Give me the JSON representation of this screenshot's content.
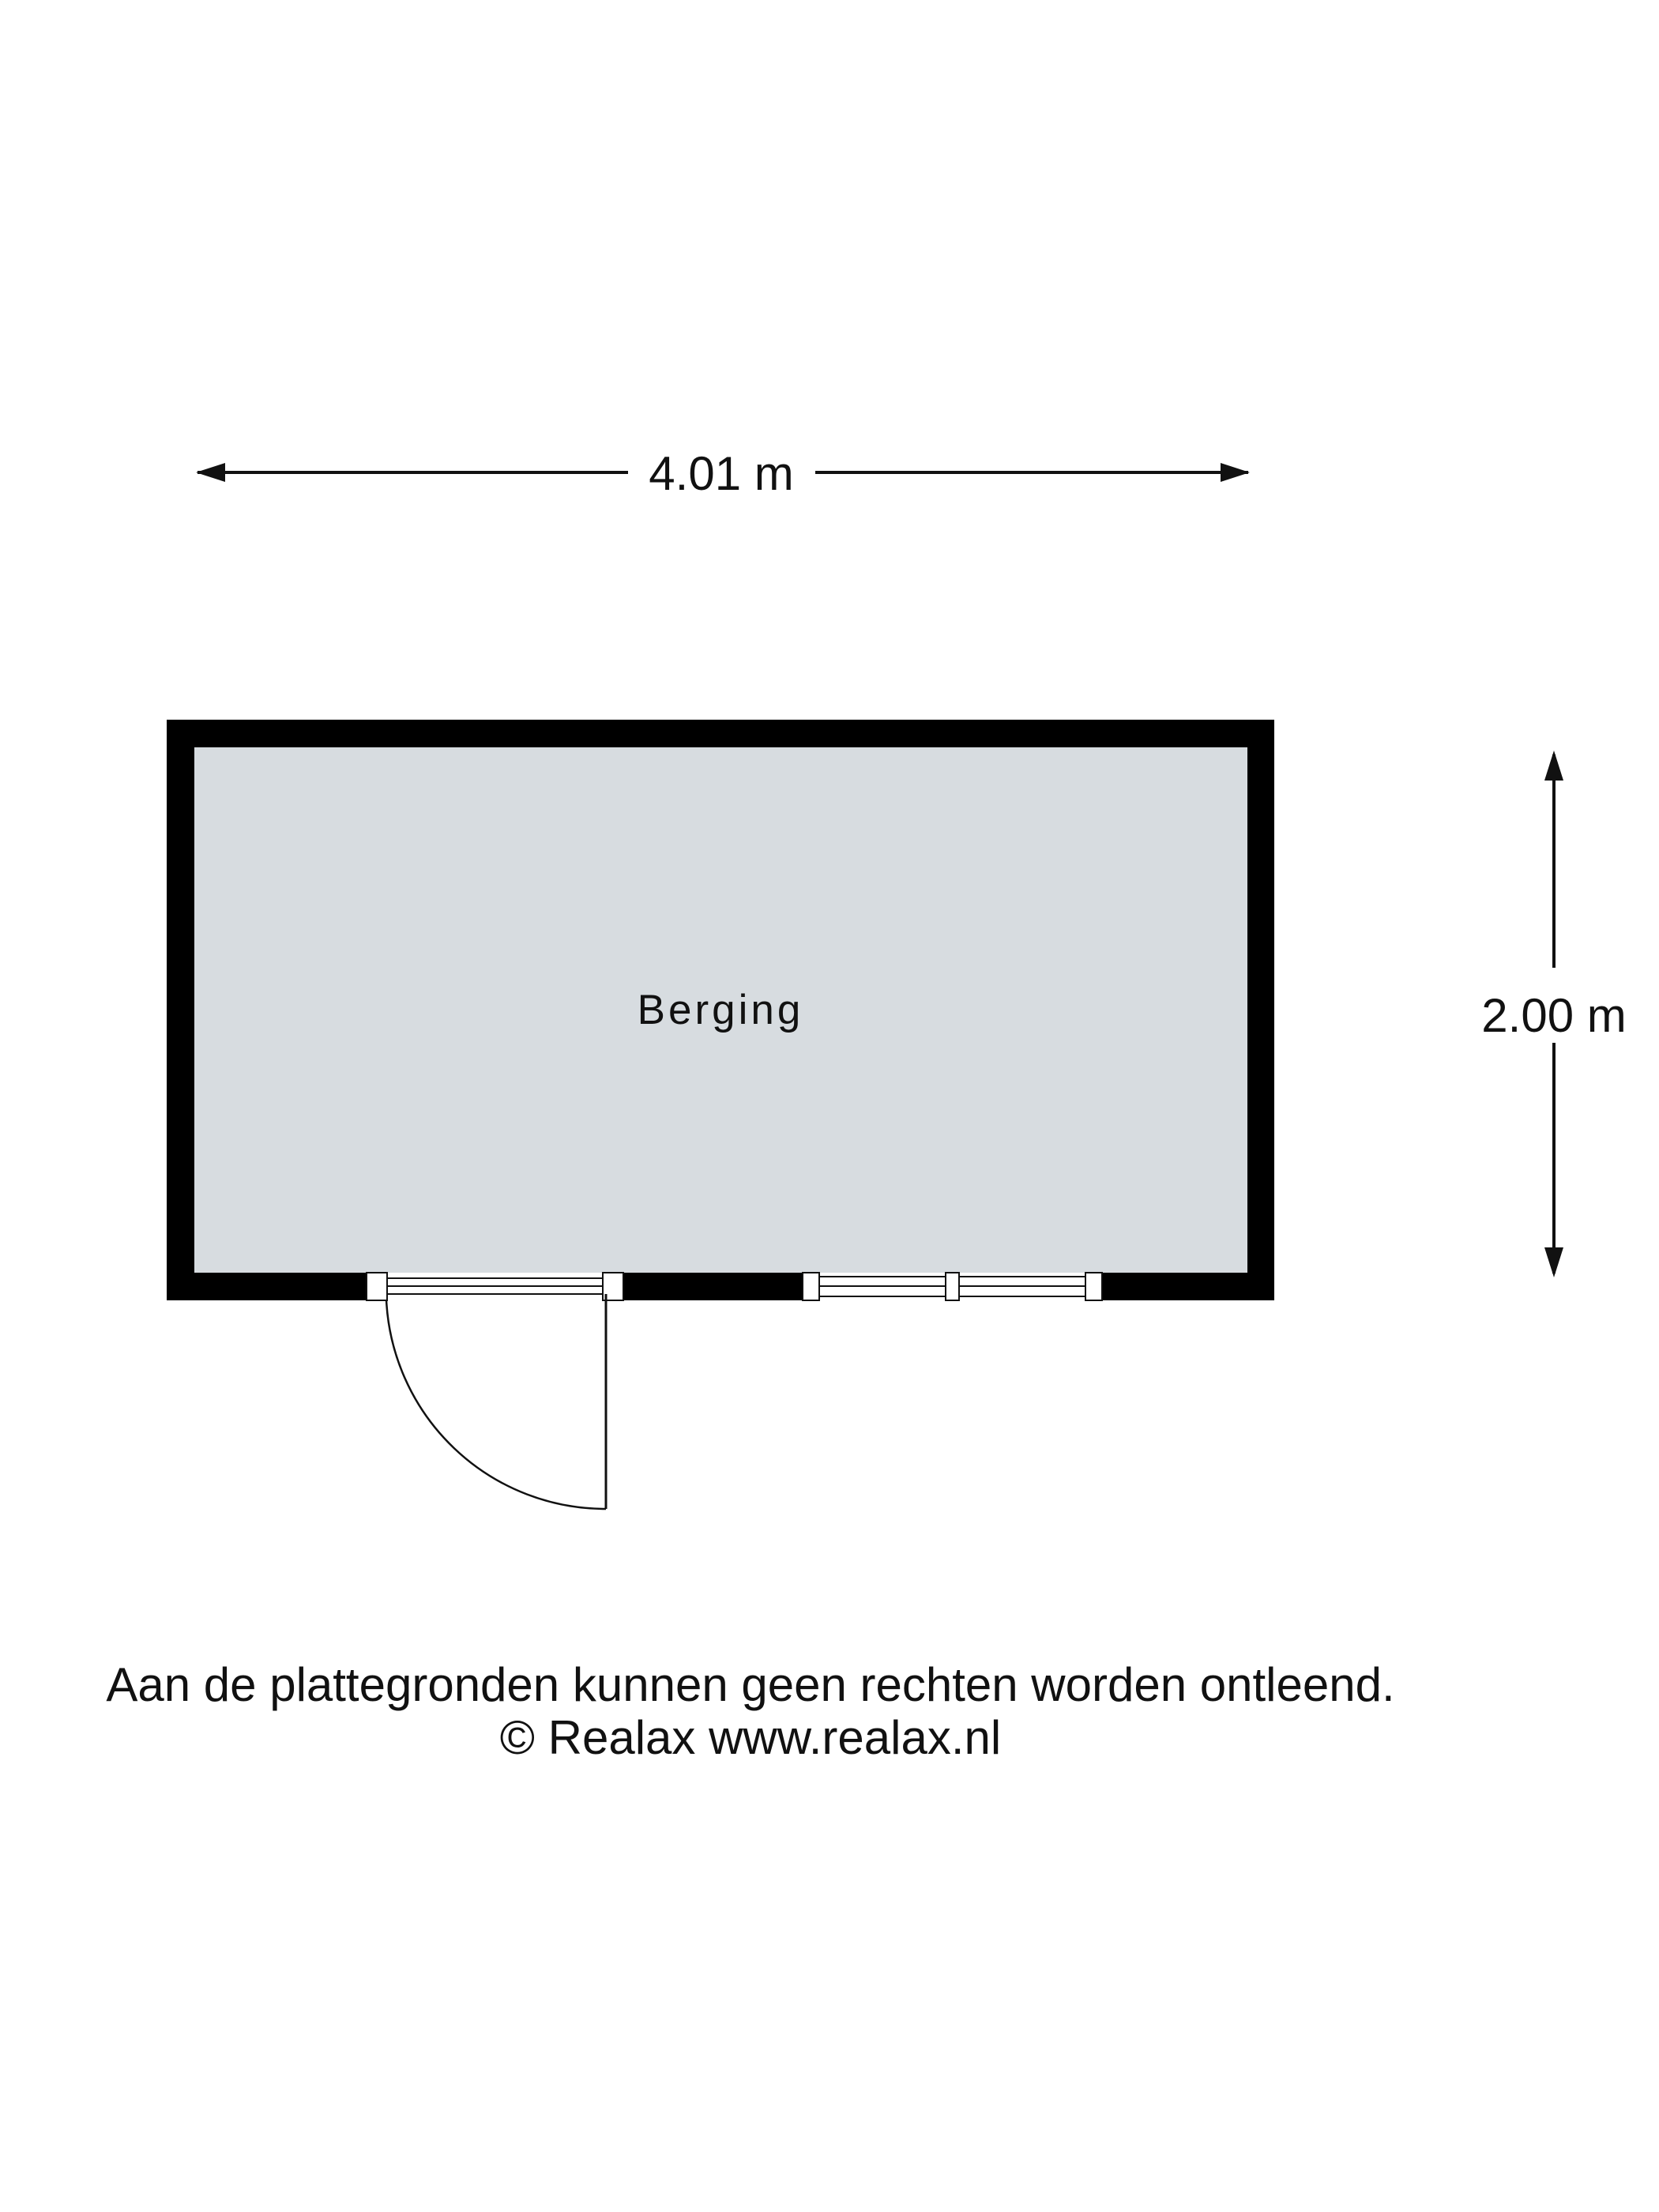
{
  "floorplan": {
    "width_dimension": "4.01 m",
    "height_dimension": "2.00 m",
    "rooms": [
      {
        "name": "Berging"
      }
    ],
    "colors": {
      "wall": "#000000",
      "floor": "#d7dce0",
      "line": "#111111"
    }
  },
  "footer": {
    "disclaimer": "Aan de plattegronden kunnen geen rechten worden ontleend.",
    "copyright": "© Realax www.realax.nl"
  }
}
